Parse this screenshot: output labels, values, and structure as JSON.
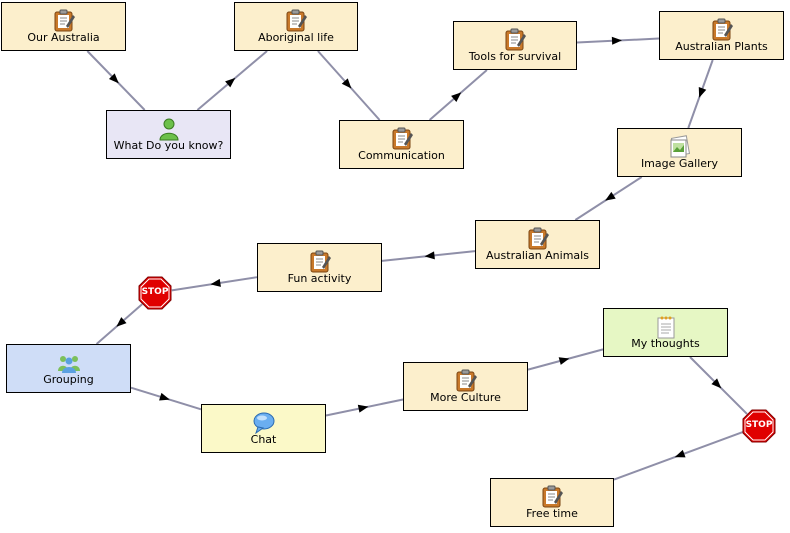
{
  "nodes": [
    {
      "id": "our-australia",
      "label": "Our Australia",
      "icon": "clipboard-icon",
      "kind": "activity"
    },
    {
      "id": "aboriginal-life",
      "label": "Aboriginal life",
      "icon": "clipboard-icon",
      "kind": "activity"
    },
    {
      "id": "tools-for-survival",
      "label": "Tools for survival",
      "icon": "clipboard-icon",
      "kind": "activity"
    },
    {
      "id": "australian-plants",
      "label": "Australian Plants",
      "icon": "clipboard-icon",
      "kind": "activity"
    },
    {
      "id": "what-do-you-know",
      "label": "What Do you know?",
      "icon": "person-icon",
      "kind": "question"
    },
    {
      "id": "communication",
      "label": "Communication",
      "icon": "clipboard-icon",
      "kind": "activity"
    },
    {
      "id": "image-gallery",
      "label": "Image Gallery",
      "icon": "image-gallery-icon",
      "kind": "activity"
    },
    {
      "id": "australian-animals",
      "label": "Australian Animals",
      "icon": "clipboard-icon",
      "kind": "activity"
    },
    {
      "id": "fun-activity",
      "label": "Fun activity",
      "icon": "clipboard-icon",
      "kind": "activity"
    },
    {
      "id": "grouping",
      "label": "Grouping",
      "icon": "group-icon",
      "kind": "grouping"
    },
    {
      "id": "chat",
      "label": "Chat",
      "icon": "chat-bubble-icon",
      "kind": "chat"
    },
    {
      "id": "more-culture",
      "label": "More Culture",
      "icon": "clipboard-icon",
      "kind": "activity"
    },
    {
      "id": "my-thoughts",
      "label": "My thoughts",
      "icon": "notebook-icon",
      "kind": "notebook"
    },
    {
      "id": "free-time",
      "label": "Free time",
      "icon": "clipboard-icon",
      "kind": "activity"
    }
  ],
  "stops": [
    {
      "id": "stop-1",
      "label": "STOP"
    },
    {
      "id": "stop-2",
      "label": "STOP"
    }
  ],
  "edges": [
    [
      "our-australia",
      "what-do-you-know"
    ],
    [
      "what-do-you-know",
      "aboriginal-life"
    ],
    [
      "aboriginal-life",
      "communication"
    ],
    [
      "communication",
      "tools-for-survival"
    ],
    [
      "tools-for-survival",
      "australian-plants"
    ],
    [
      "australian-plants",
      "image-gallery"
    ],
    [
      "image-gallery",
      "australian-animals"
    ],
    [
      "australian-animals",
      "fun-activity"
    ],
    [
      "fun-activity",
      "stop-1"
    ],
    [
      "stop-1",
      "grouping"
    ],
    [
      "grouping",
      "chat"
    ],
    [
      "chat",
      "more-culture"
    ],
    [
      "more-culture",
      "my-thoughts"
    ],
    [
      "my-thoughts",
      "stop-2"
    ],
    [
      "stop-2",
      "free-time"
    ]
  ],
  "colors": {
    "activity": "#fcefcc",
    "question": "#e8e6f5",
    "grouping": "#cfddf7",
    "chat": "#fbf9c8",
    "notebook": "#e6f7c4",
    "edge": "#8f8fa8",
    "stop": "#e00000"
  }
}
